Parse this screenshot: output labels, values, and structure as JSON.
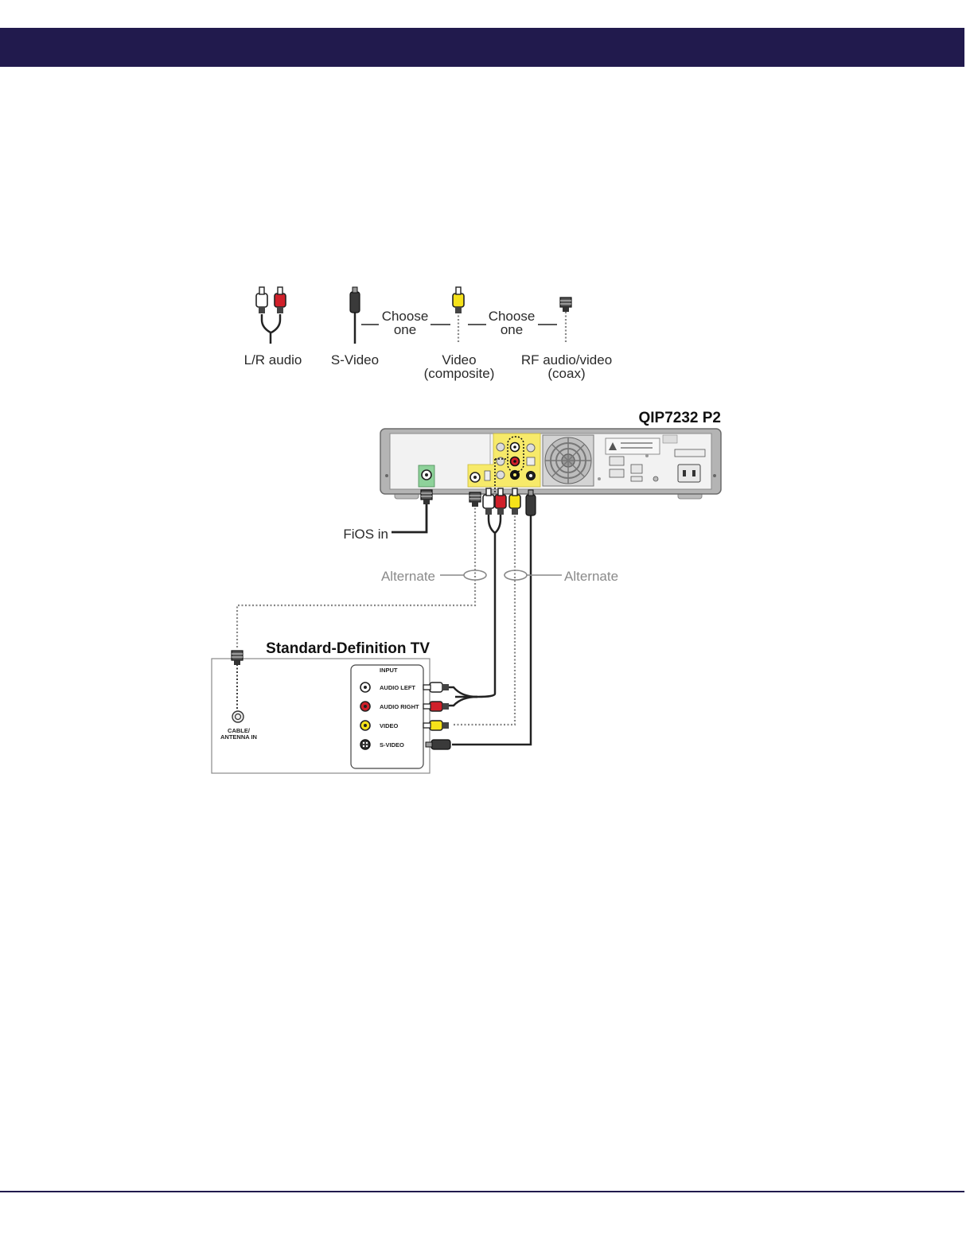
{
  "legend": {
    "lr_audio": "L/R audio",
    "svideo": "S-Video",
    "choose_one_1": [
      "Choose",
      "one"
    ],
    "video": [
      "Video",
      "(composite)"
    ],
    "choose_one_2": [
      "Choose",
      "one"
    ],
    "rf": [
      "RF audio/video",
      "(coax)"
    ]
  },
  "stb": {
    "model": "QIP7232 P2"
  },
  "fios_in": "FiOS in",
  "alternate_left": "Alternate",
  "alternate_right": "Alternate",
  "tv": {
    "title": "Standard-Definition TV",
    "input_header": "INPUT",
    "inputs": [
      "AUDIO LEFT",
      "AUDIO RIGHT",
      "VIDEO",
      "S-VIDEO"
    ],
    "cable_label": [
      "CABLE/",
      "ANTENNA IN"
    ]
  },
  "colors": {
    "band": "#211a4d",
    "white_plug": "#ffffff",
    "red_plug": "#d0202a",
    "yellow_plug": "#f6e21a",
    "stb_yellow": "#f7ea6a",
    "stb_green": "#8ed29a"
  }
}
